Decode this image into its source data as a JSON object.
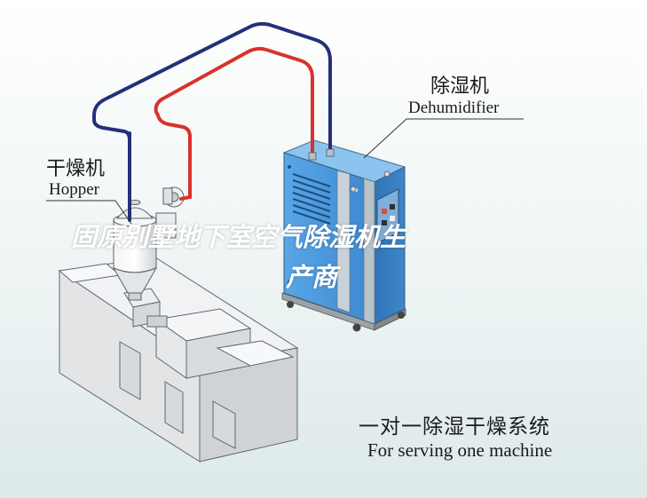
{
  "labels": {
    "dehumidifier_cn": "除湿机",
    "dehumidifier_en": "Dehumidifier",
    "hopper_cn": "干燥机",
    "hopper_en": "Hopper",
    "caption_cn": "一对一除湿干燥系统",
    "caption_en": "For serving one machine"
  },
  "watermark": {
    "line1": "固原别墅地下室空气除湿机生",
    "line2": "产商"
  },
  "colors": {
    "background": "#eef4f4",
    "dehumidifier_blue": "#3f8fd6",
    "supply_pipe": "#d9322b",
    "return_pipe": "#24307a",
    "machine_gray": "#e4e6e8",
    "outline": "#555a60"
  }
}
